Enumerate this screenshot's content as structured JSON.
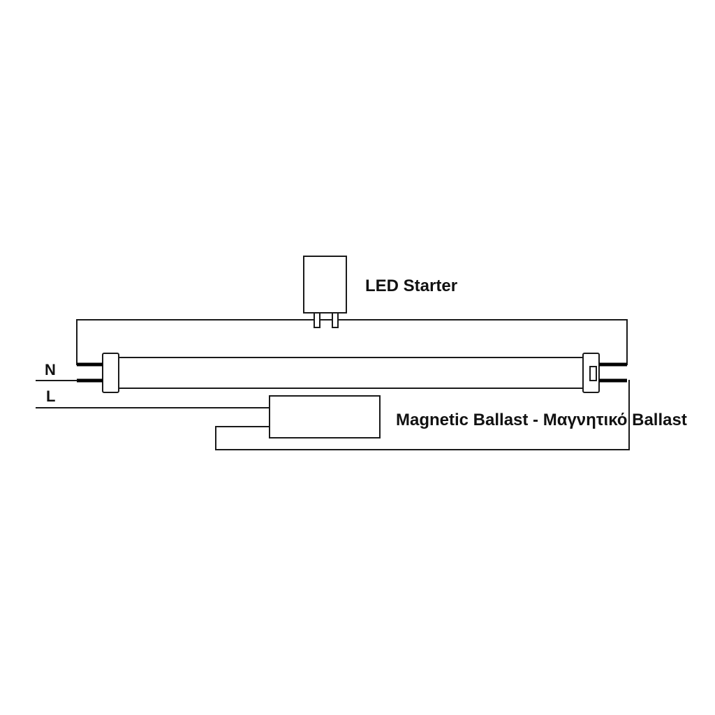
{
  "labels": {
    "starter": "LED Starter",
    "ballast": "Magnetic Ballast - Μαγνητικό Ballast",
    "neutral": "N",
    "live": "L"
  },
  "colors": {
    "line": "#1a1a1a",
    "background": "#ffffff"
  }
}
